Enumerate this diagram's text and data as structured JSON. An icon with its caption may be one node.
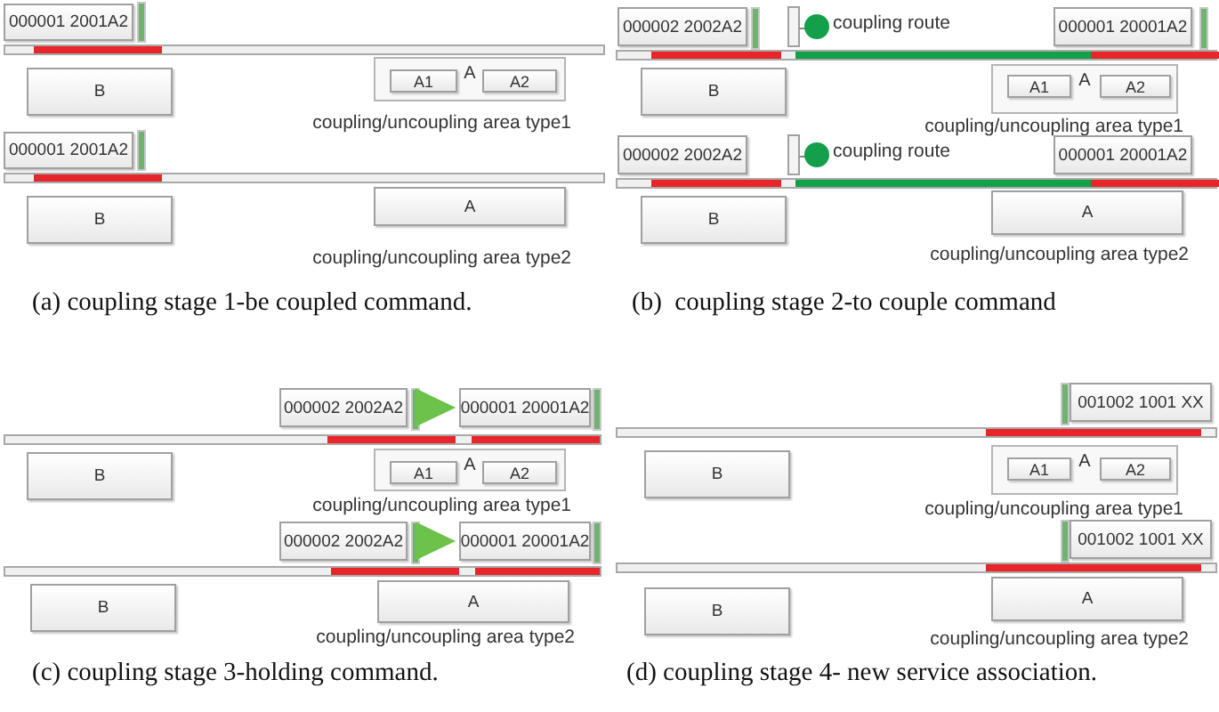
{
  "diagram": {
    "nodes": [
      {
        "text": [
          "000001 2001A2"
        ]
      },
      {
        "text": [
          "B"
        ]
      },
      {
        "text": [
          "A"
        ],
        "beside": [
          "coupling/uncoupling area type1"
        ]
      },
      {
        "text": [
          "A1"
        ],
        "in": 2
      },
      {
        "text": [
          "A2"
        ],
        "in": 2
      },
      {
        "text": [
          "000001 2001A2"
        ]
      },
      {
        "text": [
          "B"
        ]
      },
      {
        "text": [
          "A"
        ],
        "beside": [
          "coupling/uncoupling area type2"
        ]
      },
      {
        "text": [
          "000002 2002A2"
        ]
      },
      {
        "text": [
          "000001 20001A2"
        ]
      },
      {
        "text": [
          "B"
        ]
      },
      {
        "text": [
          "A"
        ],
        "beside": [
          "coupling/uncoupling area type1"
        ]
      },
      {
        "text": [
          "A1"
        ],
        "in": 11
      },
      {
        "text": [
          "A2"
        ],
        "in": 11
      },
      {
        "text": [
          "000002 2002A2"
        ]
      },
      {
        "text": [
          "000001 20001A2"
        ]
      },
      {
        "text": [
          "B"
        ]
      },
      {
        "text": [
          "A"
        ],
        "beside": [
          "coupling/uncoupling area type2"
        ]
      },
      {
        "text": [
          "000002 2002A2"
        ]
      },
      {
        "text": [
          "000001 20001A2"
        ]
      },
      {
        "text": [
          "B"
        ]
      },
      {
        "text": [
          "A"
        ],
        "beside": [
          "coupling/uncoupling area type1"
        ]
      },
      {
        "text": [
          "A1"
        ],
        "in": 21
      },
      {
        "text": [
          "A2"
        ],
        "in": 21
      },
      {
        "text": [
          "000002 2002A2"
        ]
      },
      {
        "text": [
          "000001 20001A2"
        ]
      },
      {
        "text": [
          "B"
        ]
      },
      {
        "text": [
          "A"
        ],
        "beside": [
          "coupling/uncoupling area type2"
        ]
      },
      {
        "text": [
          "001002 1001 XX"
        ]
      },
      {
        "text": [
          "B"
        ]
      },
      {
        "text": [
          "A"
        ],
        "beside": [
          "coupling/uncoupling area type1"
        ]
      },
      {
        "text": [
          "A1"
        ],
        "in": 30
      },
      {
        "text": [
          "A2"
        ],
        "in": 30
      },
      {
        "text": [
          "001002 1001 XX"
        ]
      },
      {
        "text": [
          "B"
        ]
      },
      {
        "text": [
          "A"
        ],
        "beside": [
          "coupling/uncoupling area type2"
        ]
      }
    ],
    "edges": [
      {
        "from": 18,
        "to": 19,
        "arrow": "to"
      },
      {
        "from": 24,
        "to": 25,
        "arrow": "to"
      }
    ],
    "labels": [
      "coupling route",
      "coupling route",
      "(a) coupling stage 1-be coupled command.",
      "(b)  coupling stage 2-to couple command",
      "(c) coupling stage 3-holding command.",
      "(d) coupling stage 4- new service association."
    ]
  }
}
